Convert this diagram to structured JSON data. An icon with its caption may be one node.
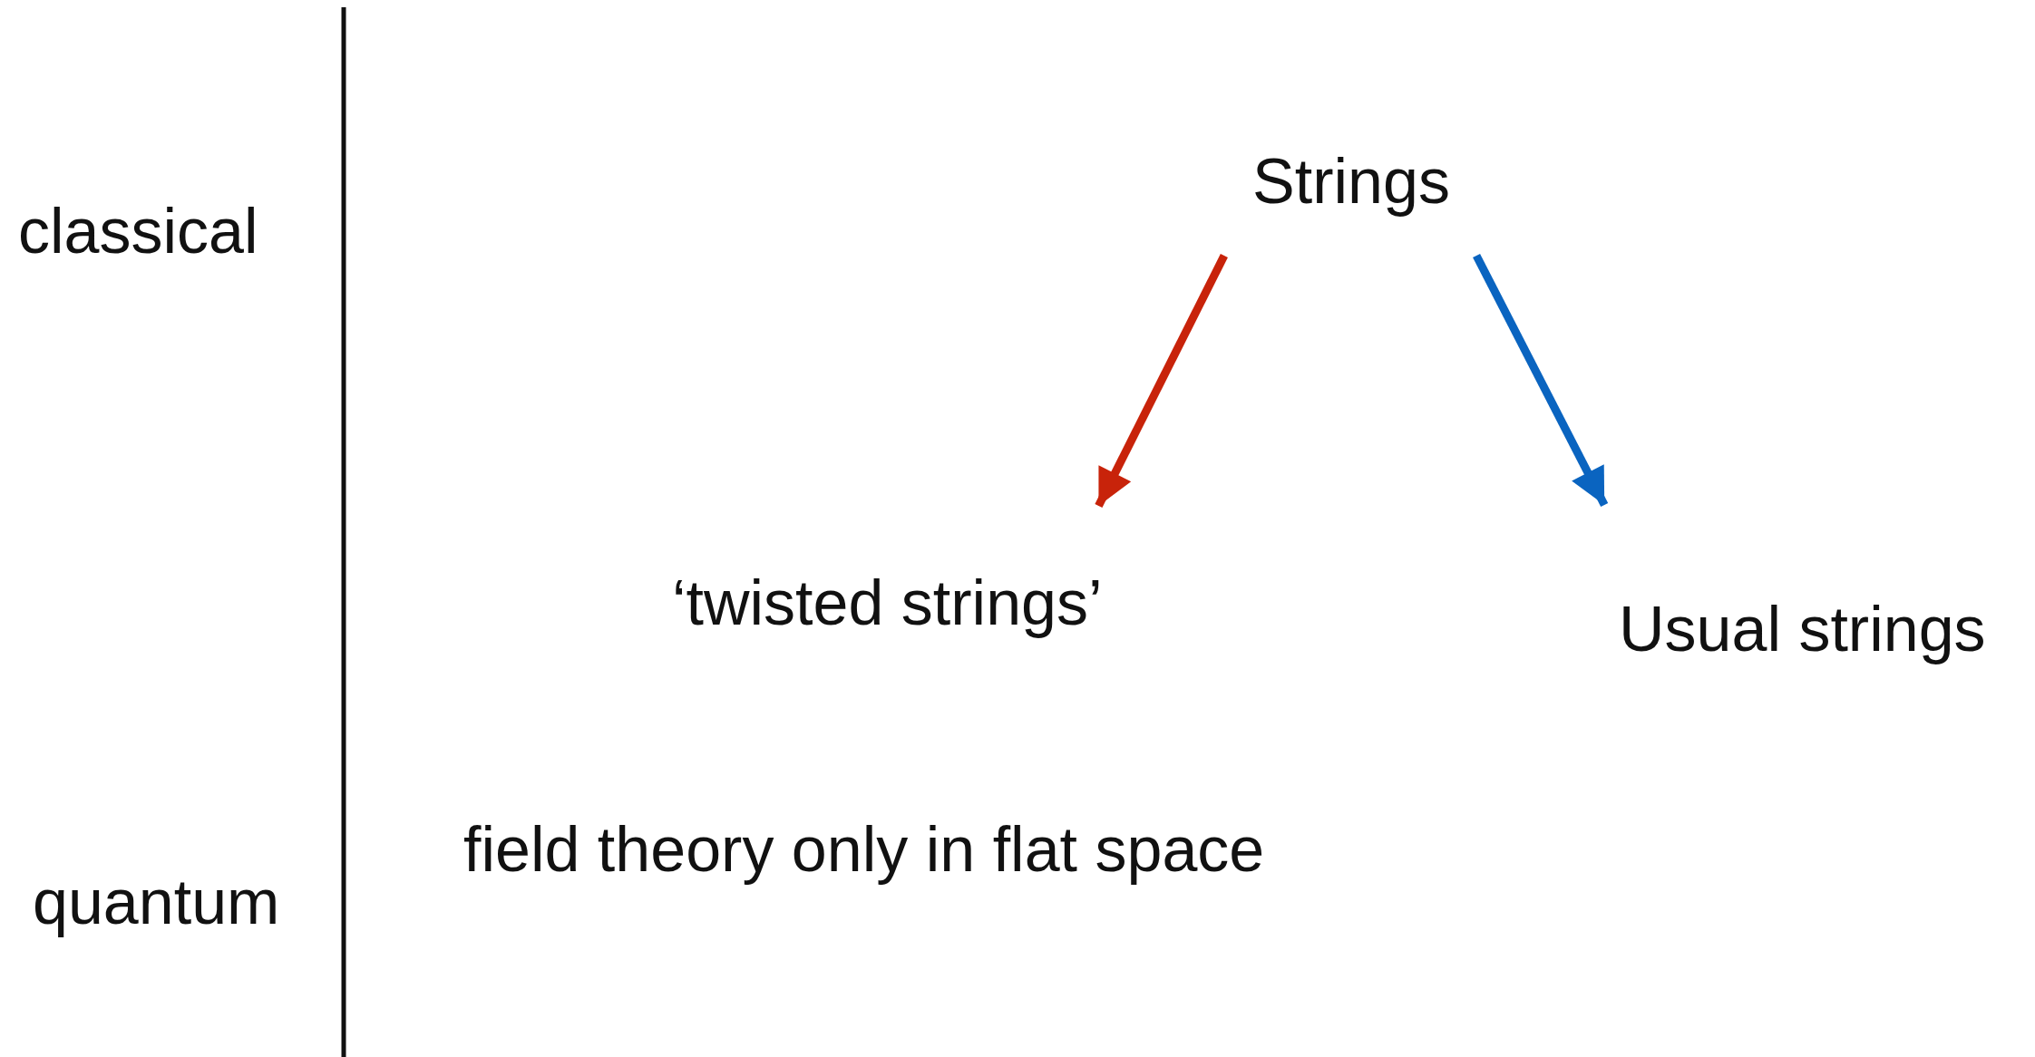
{
  "diagram": {
    "nodes": [
      {
        "text": [
          "Strings"
        ]
      },
      {
        "text": [
          "‘twisted strings’"
        ]
      },
      {
        "text": [
          "Usual strings"
        ]
      }
    ],
    "edges": [
      {
        "from": 0,
        "to": 1,
        "arrow": "to",
        "color": "#c8230a"
      },
      {
        "from": 0,
        "to": 2,
        "arrow": "to",
        "color": "#0a64c0"
      }
    ],
    "labels": [
      "classical",
      "quantum",
      "field theory only in flat space"
    ]
  }
}
